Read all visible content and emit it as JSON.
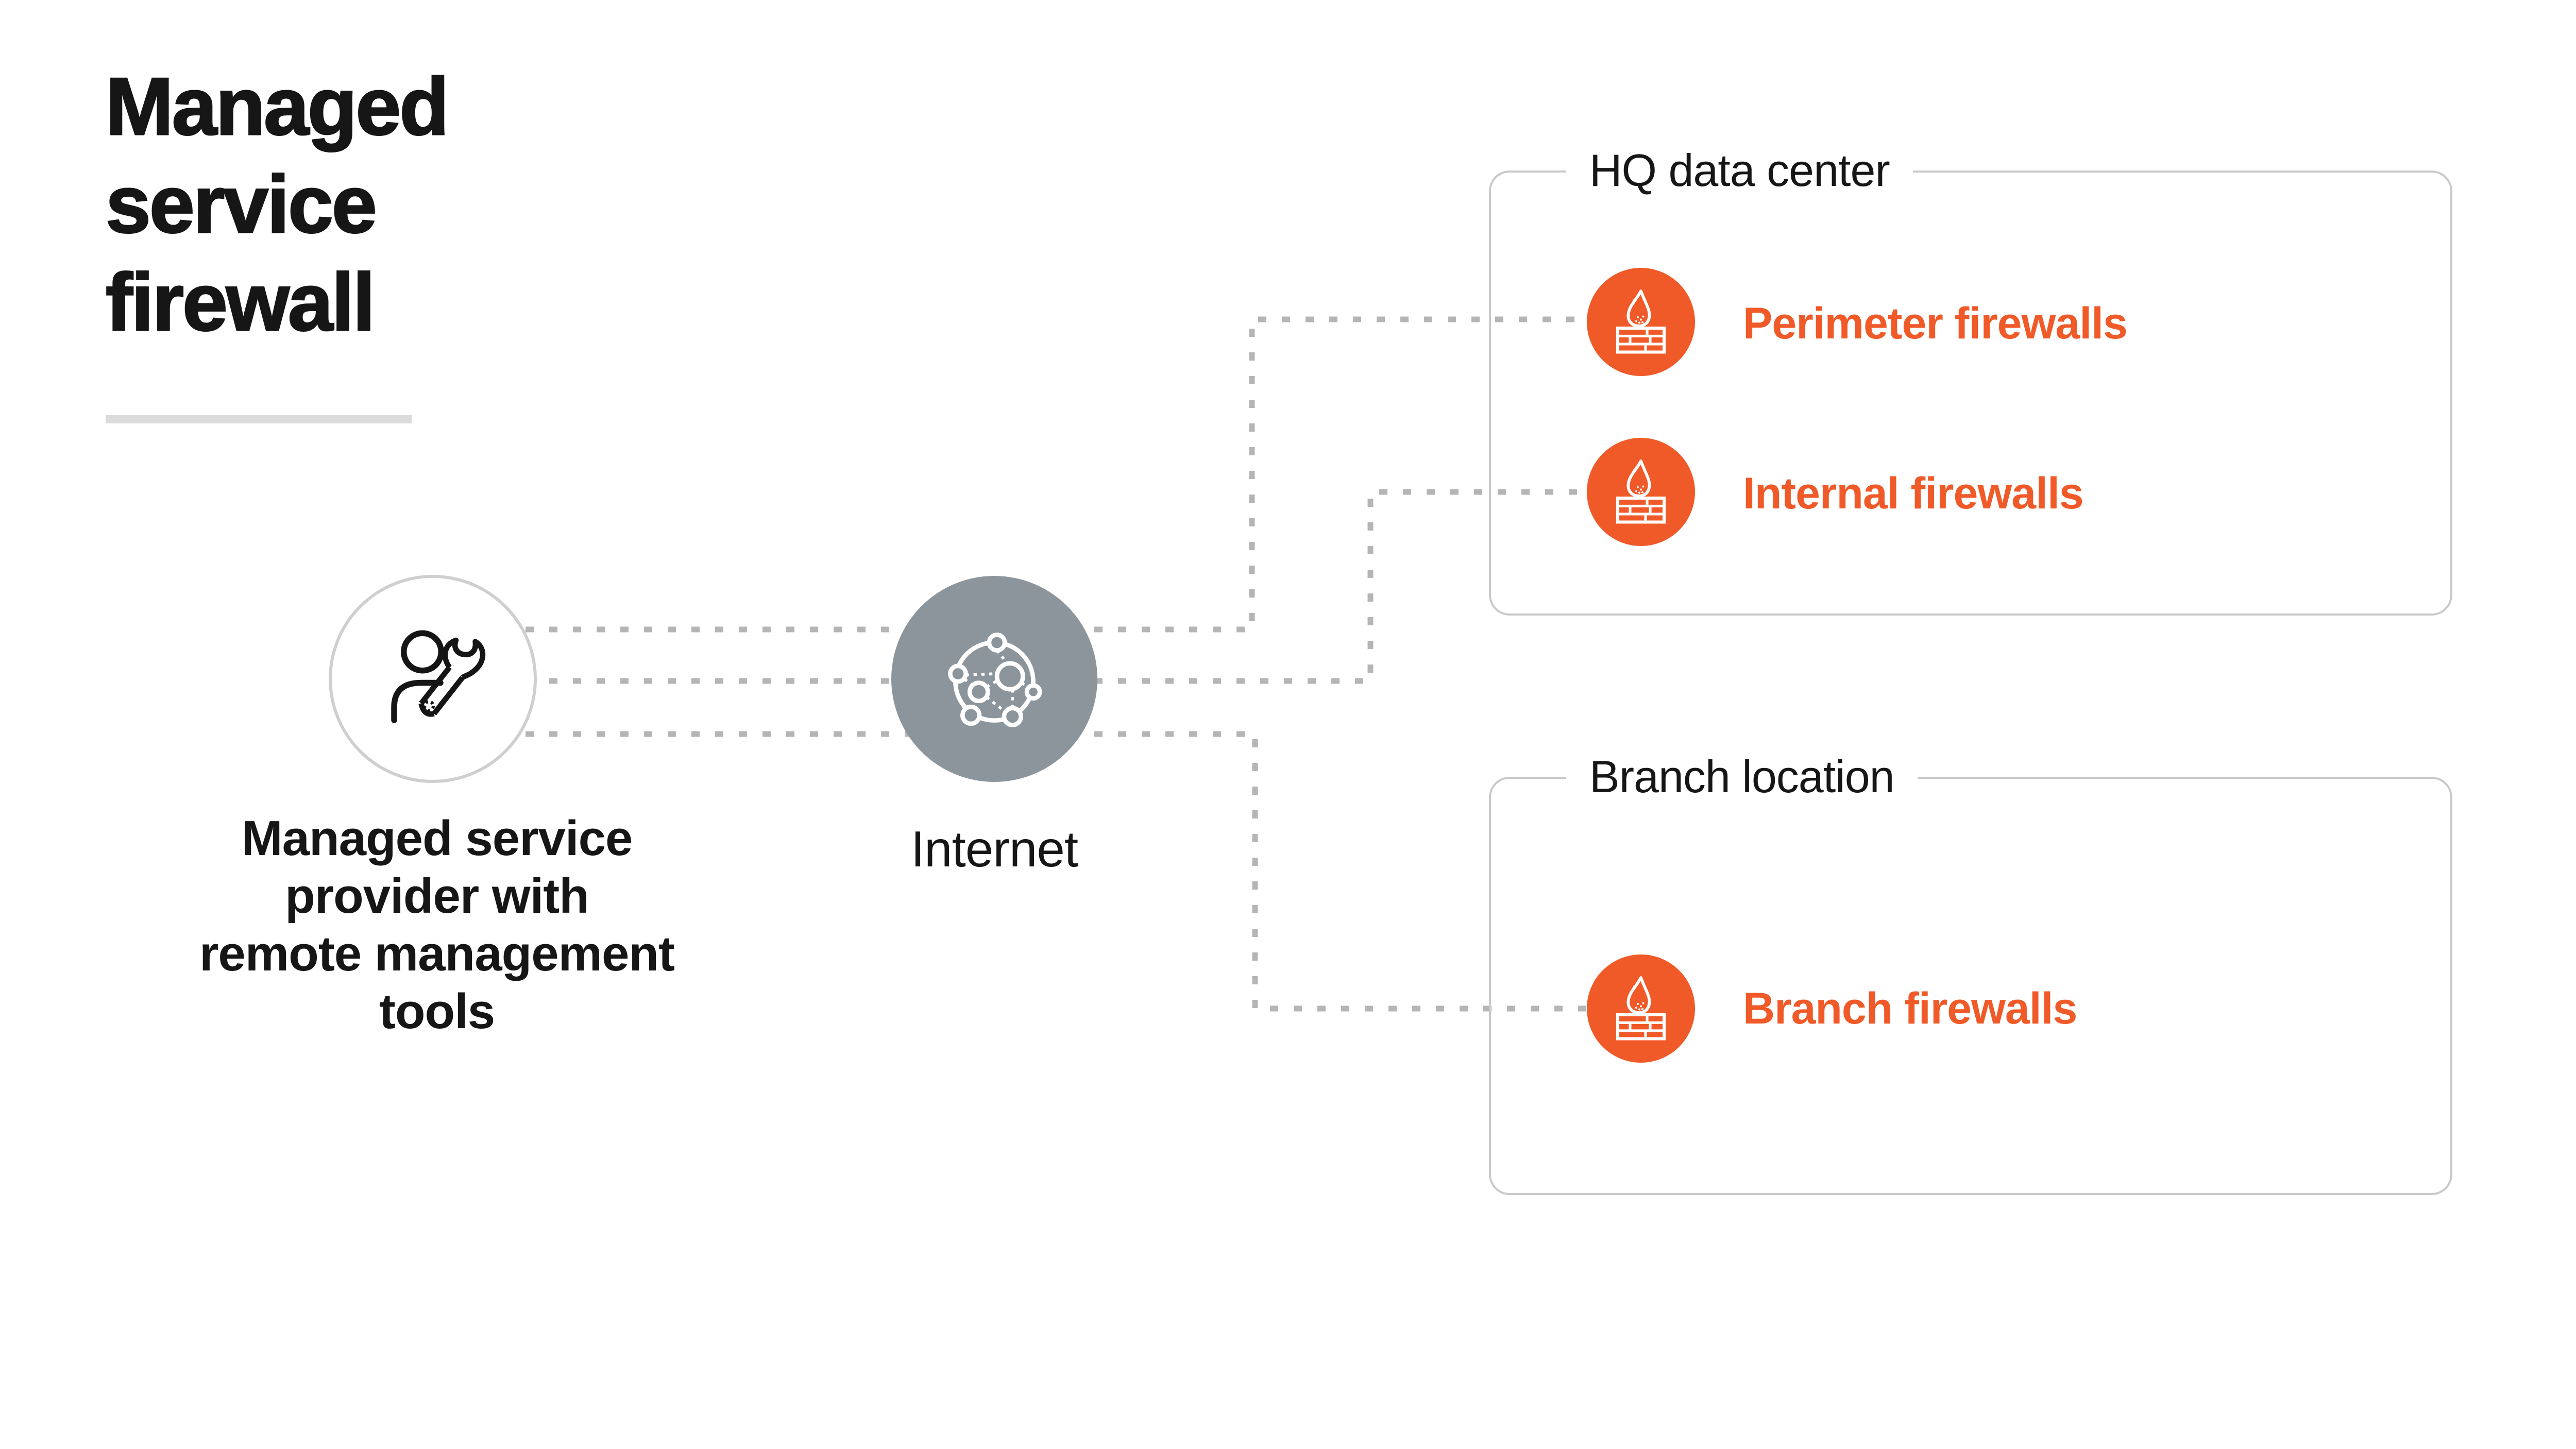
{
  "title": "Managed\nservice\nfirewall",
  "provider": {
    "label": "Managed service\nprovider with\nremote management\ntools",
    "icon": "person-wrench-icon"
  },
  "internet": {
    "label": "Internet",
    "icon": "network-icon"
  },
  "groups": [
    {
      "name": "HQ data center",
      "items": [
        {
          "label": "Perimeter firewalls",
          "icon": "firewall-icon"
        },
        {
          "label": "Internal firewalls",
          "icon": "firewall-icon"
        }
      ]
    },
    {
      "name": "Branch location",
      "items": [
        {
          "label": "Branch firewalls",
          "icon": "firewall-icon"
        }
      ]
    }
  ],
  "colors": {
    "orange": "#F05A28",
    "internet_gray": "#8C959C",
    "line_gray": "#B5B5B5",
    "border_gray": "#C9C9C9",
    "text_black": "#161616",
    "divider_gray": "#DBDBDB"
  }
}
